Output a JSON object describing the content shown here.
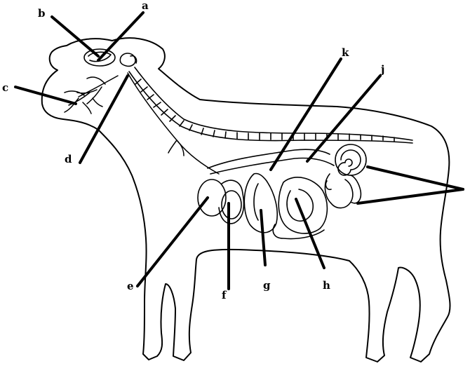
{
  "diagram": {
    "labels": {
      "a": "a",
      "b": "b",
      "c_top": "c",
      "d": "d",
      "e": "e",
      "f": "f",
      "g": "g",
      "h": "h",
      "j": "j",
      "k": "k"
    }
  }
}
